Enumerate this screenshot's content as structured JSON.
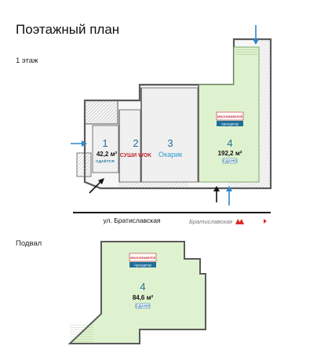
{
  "title": "Поэтажный план",
  "floor1": {
    "label": "1 этаж",
    "units": [
      {
        "number": "1",
        "area": "42,2 м²",
        "status": "СДАЁТСЯ"
      },
      {
        "number": "2",
        "brand": "СУШИ WOK"
      },
      {
        "number": "3",
        "brand": "Окарик"
      },
      {
        "number": "4",
        "area": "192,2 м²",
        "status": "СДАНО",
        "tenant_badge": "Арендатор",
        "sign_text": "КРАСНОЕ&БЕЛОЕ"
      }
    ]
  },
  "street": {
    "name": "ул. Братиславская",
    "metro_name": "Братиславская",
    "metro_icon": "metro-icon"
  },
  "basement": {
    "label": "Подвал",
    "unit": {
      "number": "4",
      "area": "84,6 м²",
      "status": "СДАНО",
      "tenant_badge": "Арендатор",
      "sign_text": "КРАСНОЕ&БЕЛОЕ"
    }
  },
  "colors": {
    "rented": "#dff2cf",
    "rented_stroke": "#7ba86a",
    "wall": "#5a5a5a",
    "label_blue": "#1f6f9a",
    "arrow_blue": "#2f86c9",
    "metro_red": "#d82b24"
  }
}
